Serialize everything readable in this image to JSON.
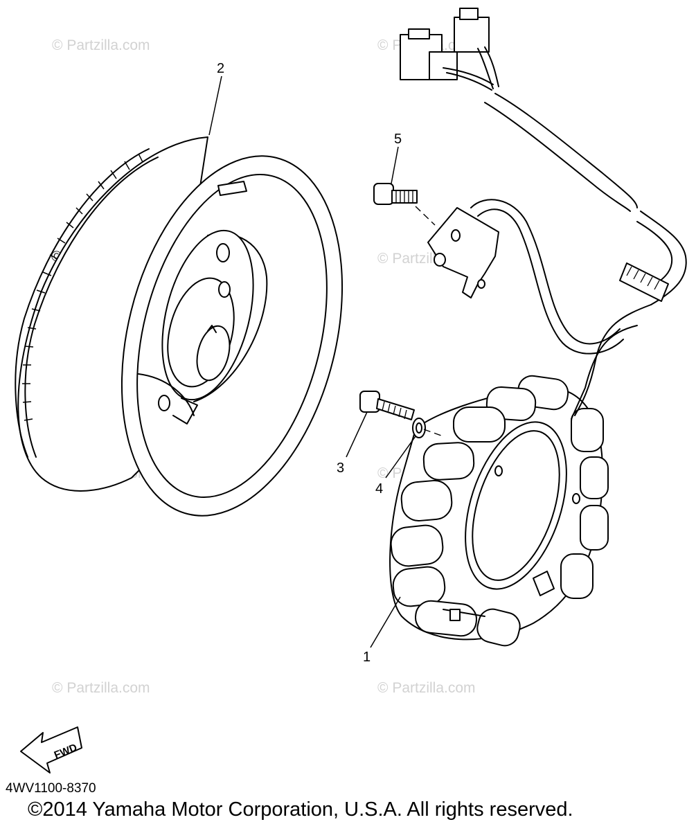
{
  "callouts": [
    {
      "id": "1",
      "label": "1",
      "part": "stator"
    },
    {
      "id": "2",
      "label": "2",
      "part": "rotor"
    },
    {
      "id": "3",
      "label": "3",
      "part": "bolt"
    },
    {
      "id": "4",
      "label": "4",
      "part": "washer"
    },
    {
      "id": "5",
      "label": "5",
      "part": "screw"
    }
  ],
  "watermarks": {
    "text": "Partzilla.com",
    "symbol": "©",
    "color": "#d2d2d2"
  },
  "direction_badge": {
    "label": "FWD"
  },
  "part_code": "4WV1100-8370",
  "copyright": "©2014 Yamaha Motor Corporation, U.S.A. All rights reserved.",
  "colors": {
    "line": "#000000",
    "background": "#ffffff"
  }
}
